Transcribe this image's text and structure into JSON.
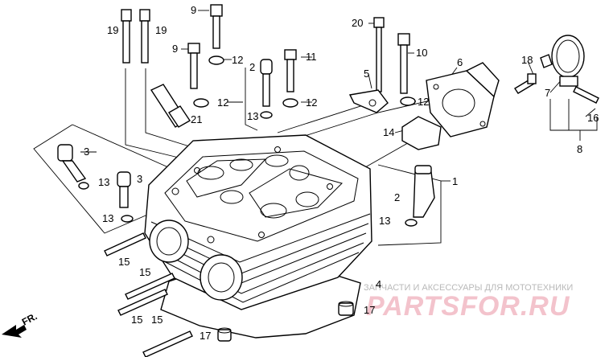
{
  "callouts": {
    "c1": "1",
    "c2a": "2",
    "c2b": "2",
    "c3a": "3",
    "c3b": "3",
    "c4": "4",
    "c5": "5",
    "c6": "6",
    "c7": "7",
    "c8": "8",
    "c9a": "9",
    "c9b": "9",
    "c10": "10",
    "c11": "11",
    "c12a": "12",
    "c12b": "12",
    "c12c": "12",
    "c12d": "12",
    "c13a": "13",
    "c13b": "13",
    "c13c": "13",
    "c13d": "13",
    "c14": "14",
    "c15a": "15",
    "c15b": "15",
    "c15c": "15",
    "c15d": "15",
    "c16": "16",
    "c17a": "17",
    "c17b": "17",
    "c18": "18",
    "c19a": "19",
    "c19b": "19",
    "c20": "20",
    "c21": "21"
  },
  "direction_marker": "FR.",
  "watermark": {
    "tagline": "ЗАПЧАСТИ И АКСЕССУАРЫ ДЛЯ МОТОТЕХНИКИ",
    "brand": "PARTSFOR.RU"
  }
}
